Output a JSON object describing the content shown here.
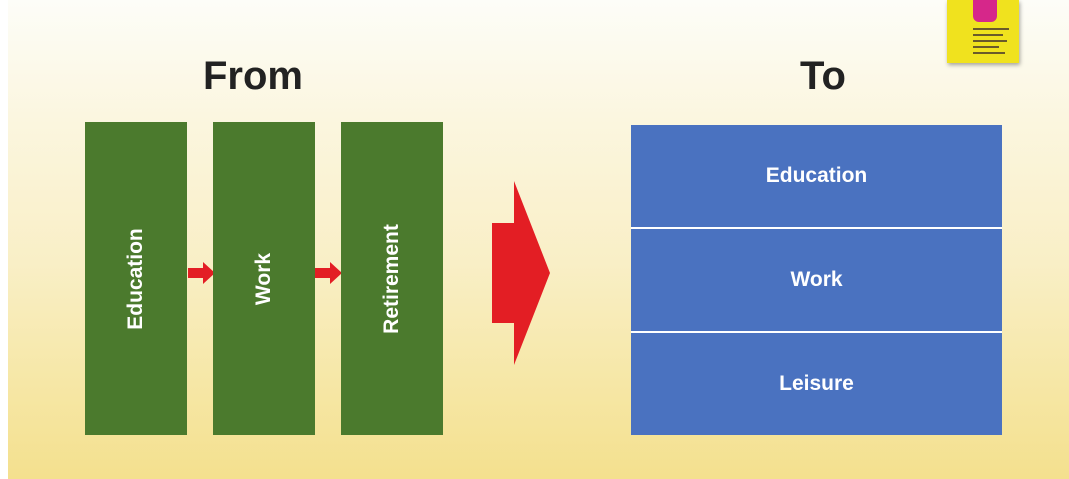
{
  "from_title": "From",
  "to_title": "To",
  "from_stages": [
    "Education",
    "Work",
    "Retirement"
  ],
  "to_stages": [
    "Education",
    "Work",
    "Leisure"
  ],
  "colors": {
    "from_block": "#4b7a2d",
    "to_block": "#4a72c0",
    "arrow": "#e31e24",
    "heading_text": "#222222",
    "background_top": "#fdfdf8",
    "background_bottom": "#f4e08e"
  }
}
